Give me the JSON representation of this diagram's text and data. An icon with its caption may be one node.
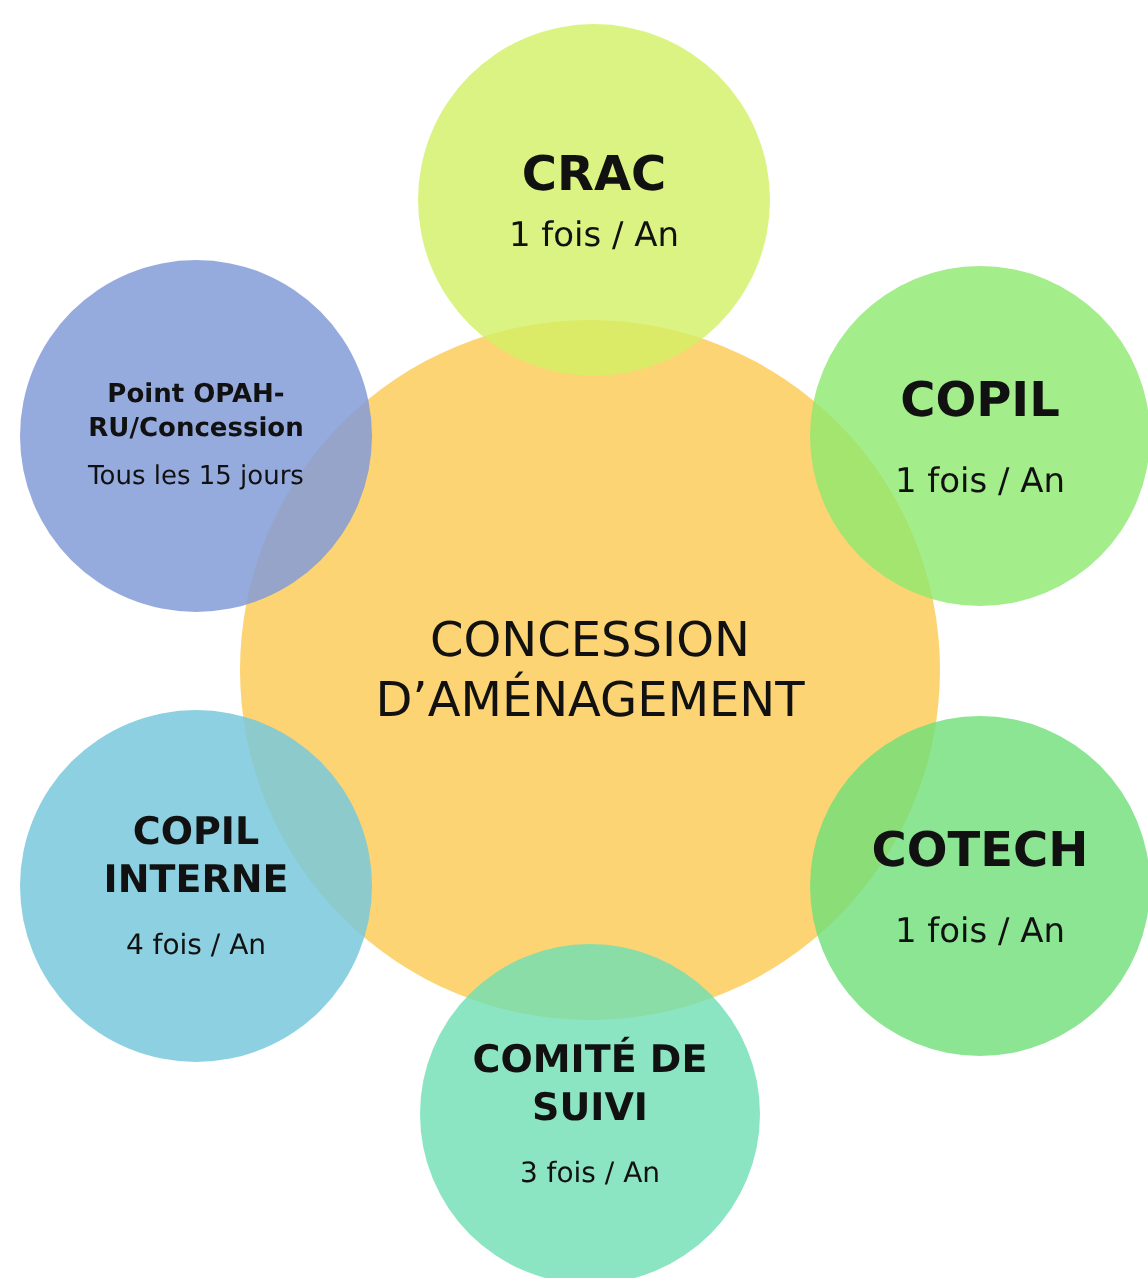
{
  "diagram": {
    "nodes": [
      {
        "text": [
          "CONCESSION D’AMÉNAGEMENT"
        ]
      },
      {
        "text": [
          "CRAC",
          "1 fois / An"
        ]
      },
      {
        "text": [
          "COPIL",
          "1 fois / An"
        ]
      },
      {
        "text": [
          "COTECH",
          "1 fois / An"
        ]
      },
      {
        "text": [
          "COMITÉ DE SUIVI",
          "3 fois / An"
        ]
      },
      {
        "text": [
          "COPIL INTERNE",
          "4 fois / An"
        ]
      },
      {
        "text": [
          "Point OPAH-RU/Concession",
          "Tous les 15 jours"
        ]
      }
    ]
  }
}
